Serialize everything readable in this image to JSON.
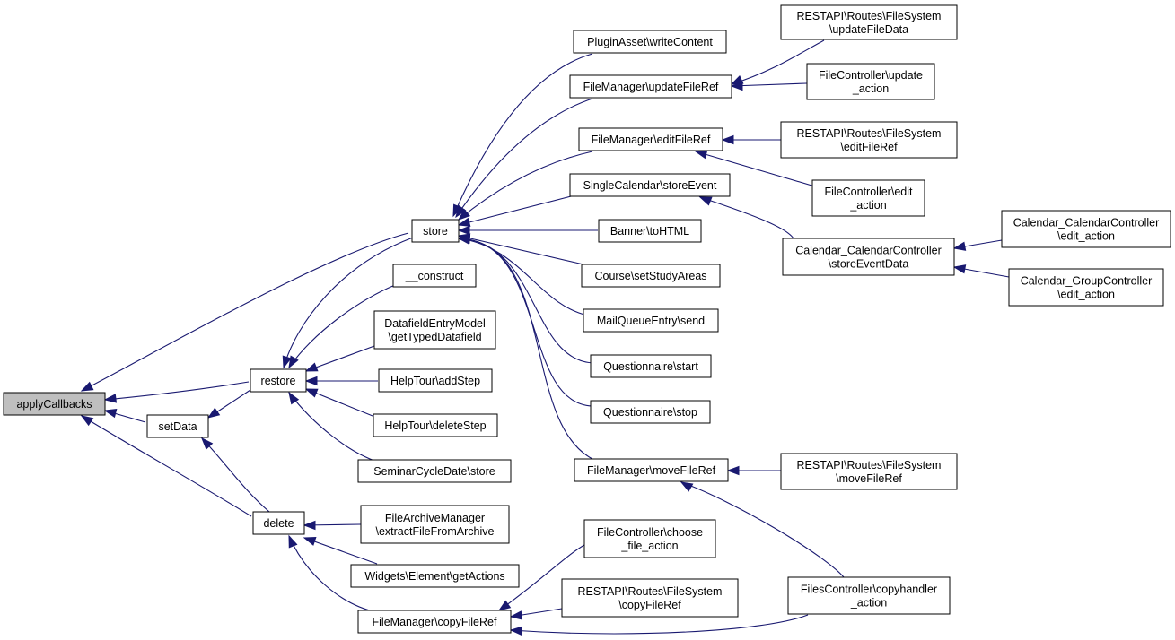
{
  "colors": {
    "edge": "#191970",
    "root_fill": "#bfbfbf",
    "node_fill": "#ffffff",
    "node_border": "#000000"
  },
  "nodes": {
    "applyCallbacks": [
      "applyCallbacks"
    ],
    "store": [
      "store"
    ],
    "restore": [
      "restore"
    ],
    "setData": [
      "setData"
    ],
    "delete": [
      "delete"
    ],
    "pluginAssetWriteContent": [
      "PluginAsset\\writeContent"
    ],
    "fmUpdateFileRef": [
      "FileManager\\updateFileRef"
    ],
    "fmEditFileRef": [
      "FileManager\\editFileRef"
    ],
    "singleCalendarStoreEvent": [
      "SingleCalendar\\storeEvent"
    ],
    "bannerToHTML": [
      "Banner\\toHTML"
    ],
    "courseSetStudyAreas": [
      "Course\\setStudyAreas"
    ],
    "mailQueueEntrySend": [
      "MailQueueEntry\\send"
    ],
    "questionnaireStart": [
      "Questionnaire\\start"
    ],
    "questionnaireStop": [
      "Questionnaire\\stop"
    ],
    "fmMoveFileRef": [
      "FileManager\\moveFileRef"
    ],
    "construct": [
      "__construct"
    ],
    "datafieldEntryModel": [
      "DatafieldEntryModel",
      "\\getTypedDatafield"
    ],
    "helpTourAddStep": [
      "HelpTour\\addStep"
    ],
    "helpTourDeleteStep": [
      "HelpTour\\deleteStep"
    ],
    "seminarCycleDateStore": [
      "SeminarCycleDate\\store"
    ],
    "fileArchiveManager": [
      "FileArchiveManager",
      "\\extractFileFromArchive"
    ],
    "widgetsElementGetActions": [
      "Widgets\\Element\\getActions"
    ],
    "fmCopyFileRef": [
      "FileManager\\copyFileRef"
    ],
    "fcChooseFileAction": [
      "FileController\\choose",
      "_file_action"
    ],
    "restapiCopyFileRef": [
      "RESTAPI\\Routes\\FileSystem",
      "\\copyFileRef"
    ],
    "restapiUpdateFileData": [
      "RESTAPI\\Routes\\FileSystem",
      "\\updateFileData"
    ],
    "fcUpdateAction": [
      "FileController\\update",
      "_action"
    ],
    "restapiEditFileRef": [
      "RESTAPI\\Routes\\FileSystem",
      "\\editFileRef"
    ],
    "fcEditAction": [
      "FileController\\edit",
      "_action"
    ],
    "calCalStoreEventData": [
      "Calendar_CalendarController",
      "\\storeEventData"
    ],
    "calCalEditAction": [
      "Calendar_CalendarController",
      "\\edit_action"
    ],
    "calGroupEditAction": [
      "Calendar_GroupController",
      "\\edit_action"
    ],
    "restapiMoveFileRef": [
      "RESTAPI\\Routes\\FileSystem",
      "\\moveFileRef"
    ],
    "filesControllerCopyhandler": [
      "FilesController\\copyhandler",
      "_action"
    ]
  }
}
